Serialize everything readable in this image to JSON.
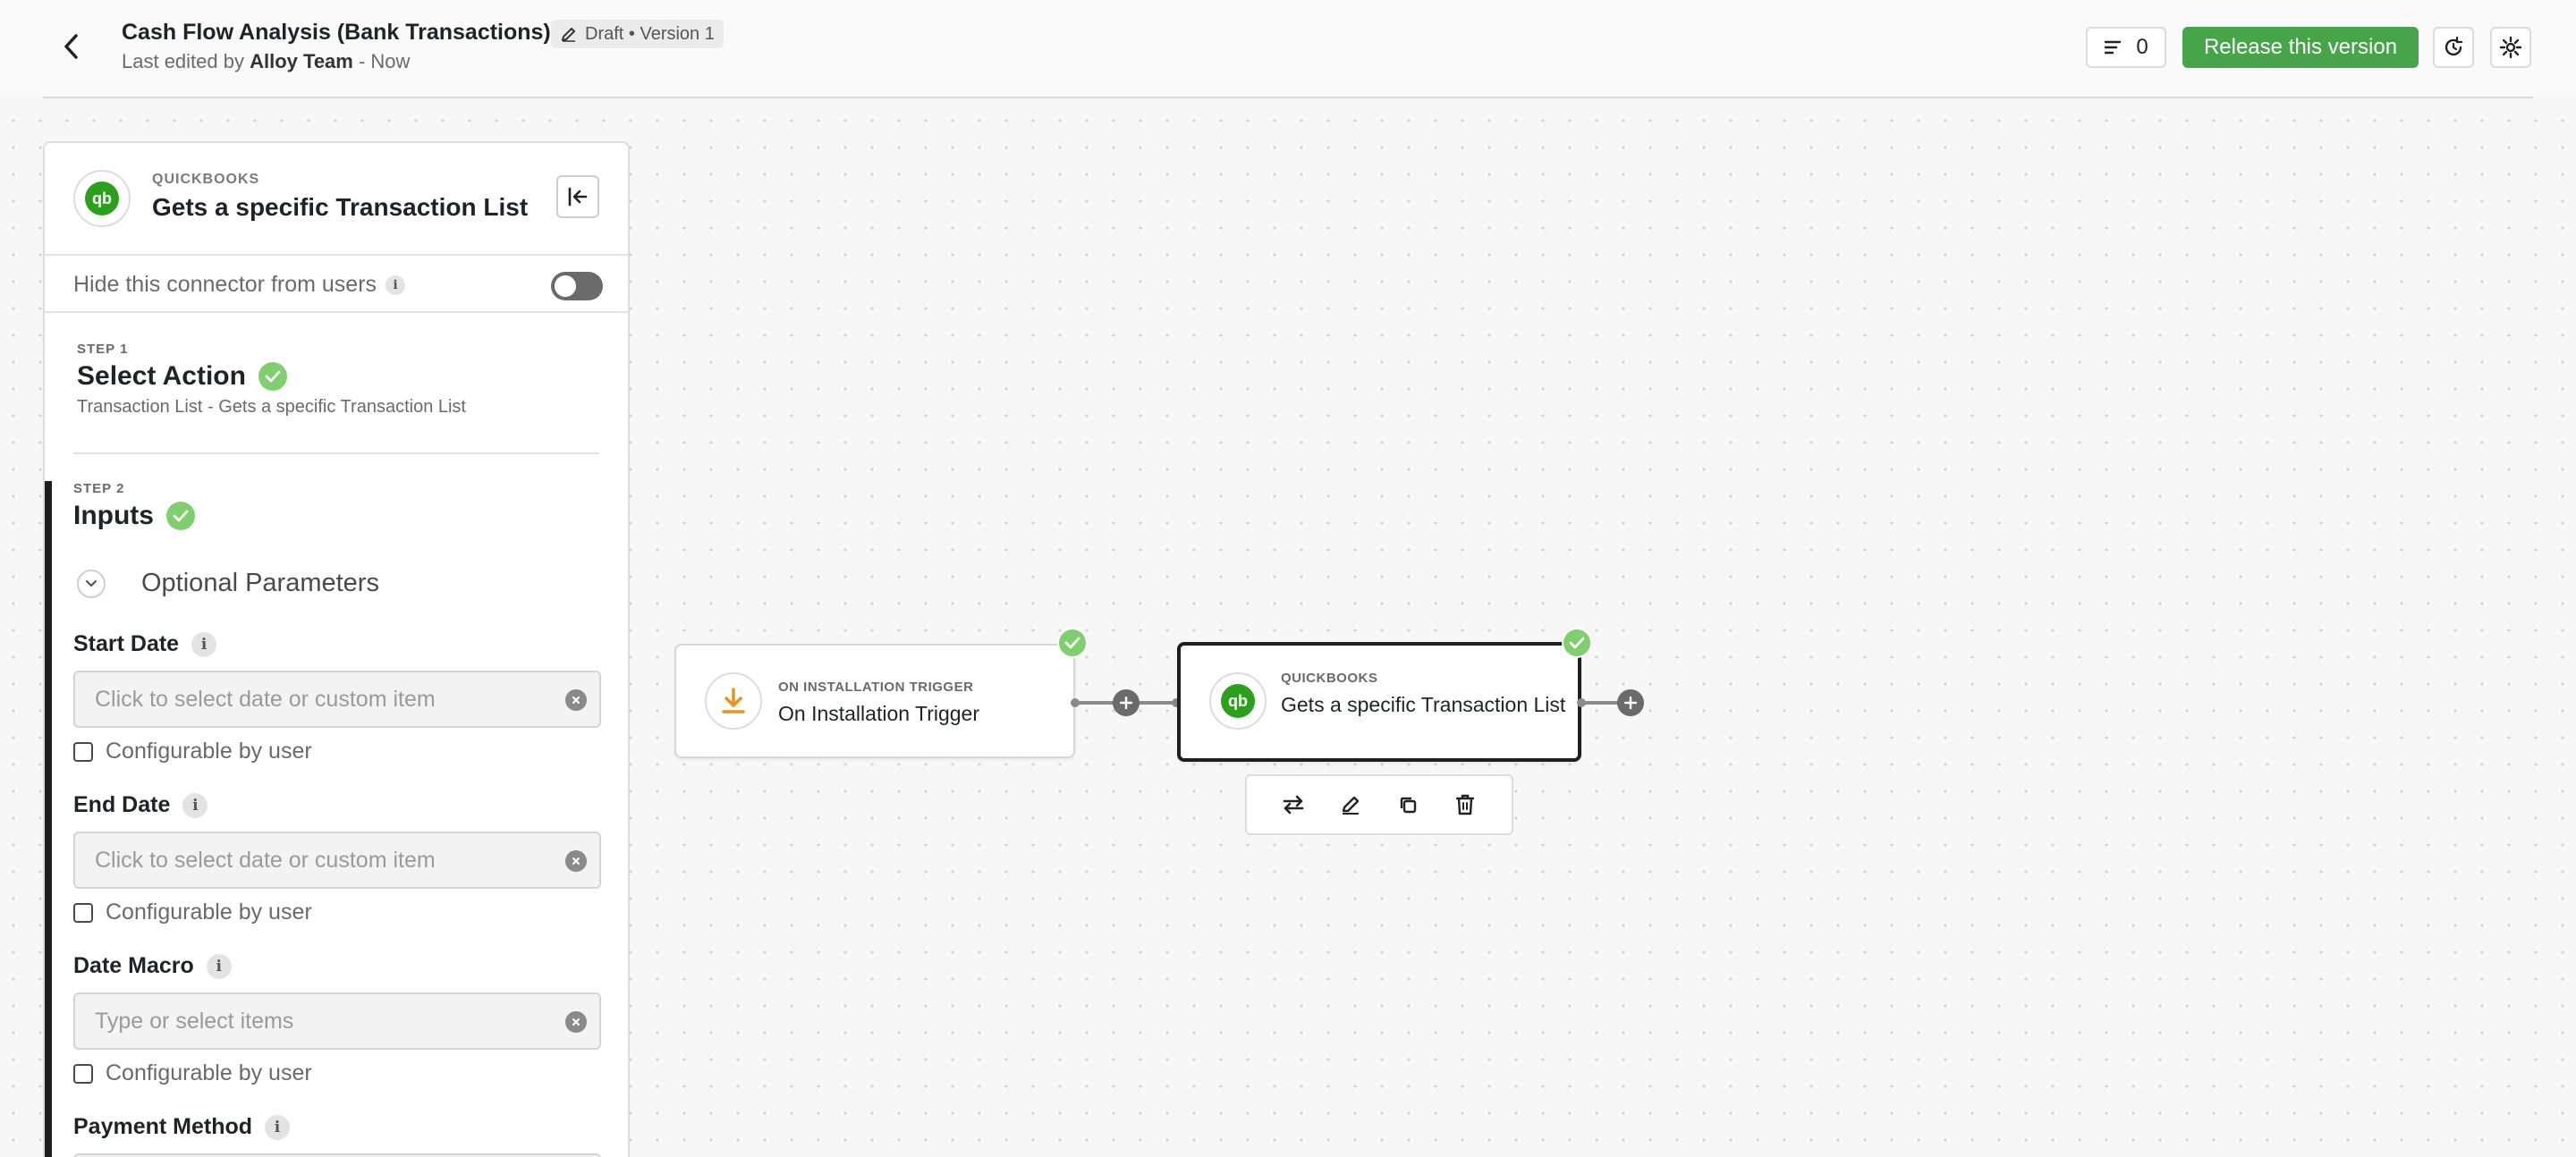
{
  "header": {
    "title": "Cash Flow Analysis (Bank Transactions)",
    "badge": "Draft • Version 1",
    "subtitle_prefix": "Last edited by",
    "subtitle_user": "Alloy Team",
    "subtitle_suffix": "- Now",
    "count": "0",
    "release_label": "Release this version"
  },
  "panel": {
    "eyebrow": "QUICKBOOKS",
    "title": "Gets a specific Transaction List",
    "hide_label": "Hide this connector from users",
    "hide_toggle_on": false,
    "step1": {
      "eyebrow": "STEP 1",
      "title": "Select Action",
      "desc": "Transaction List - Gets a specific Transaction List"
    },
    "step2": {
      "eyebrow": "STEP 2",
      "title": "Inputs"
    },
    "optional_label": "Optional Parameters",
    "fields": [
      {
        "label": "Start Date",
        "placeholder": "Click to select date or custom item",
        "cfg": "Configurable by user"
      },
      {
        "label": "End Date",
        "placeholder": "Click to select date or custom item",
        "cfg": "Configurable by user"
      },
      {
        "label": "Date Macro",
        "placeholder": "Type or select items",
        "cfg": "Configurable by user"
      },
      {
        "label": "Payment Method"
      }
    ]
  },
  "canvas": {
    "trigger": {
      "eyebrow": "ON INSTALLATION TRIGGER",
      "title": "On Installation Trigger"
    },
    "action": {
      "eyebrow": "QUICKBOOKS",
      "title": "Gets a specific Transaction List"
    }
  },
  "colors": {
    "accent_green": "#47a44b",
    "check_green": "#7fcf6f",
    "qb_green": "#2ca01c",
    "trigger_orange": "#e8931c"
  }
}
